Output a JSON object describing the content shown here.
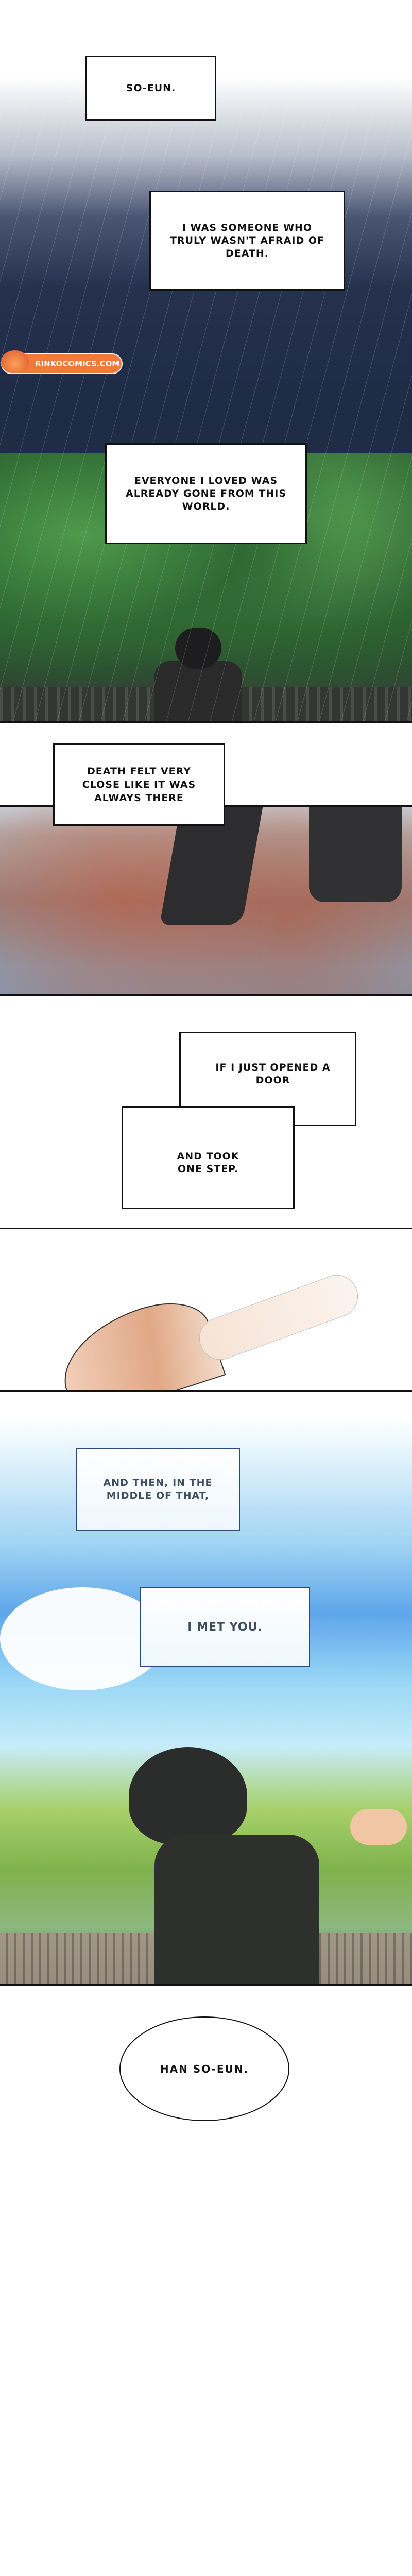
{
  "watermark": {
    "text": "RINKOCOMICS.COM",
    "color": "#f07a3a"
  },
  "captions": [
    {
      "text": "SO-EUN."
    },
    {
      "text": "I WAS SOMEONE WHO TRULY WASN'T AFRAID OF DEATH."
    },
    {
      "text": "EVERYONE I LOVED WAS ALREADY GONE FROM THIS WORLD."
    },
    {
      "text": "DEATH FELT VERY CLOSE LIKE IT WAS ALWAYS THERE"
    },
    {
      "text": "IF I JUST OPENED A DOOR"
    },
    {
      "text": "AND TOOK ONE STEP."
    },
    {
      "text": "AND THEN, IN THE MIDDLE OF THAT,"
    },
    {
      "text": "I MET YOU."
    }
  ],
  "speech": {
    "text": "HAN SO-EUN."
  },
  "colors": {
    "rain_sky": "#1e2b45",
    "trees": "#2f6a33",
    "sky": "#6fb6ee",
    "skin": "#e8b592"
  }
}
